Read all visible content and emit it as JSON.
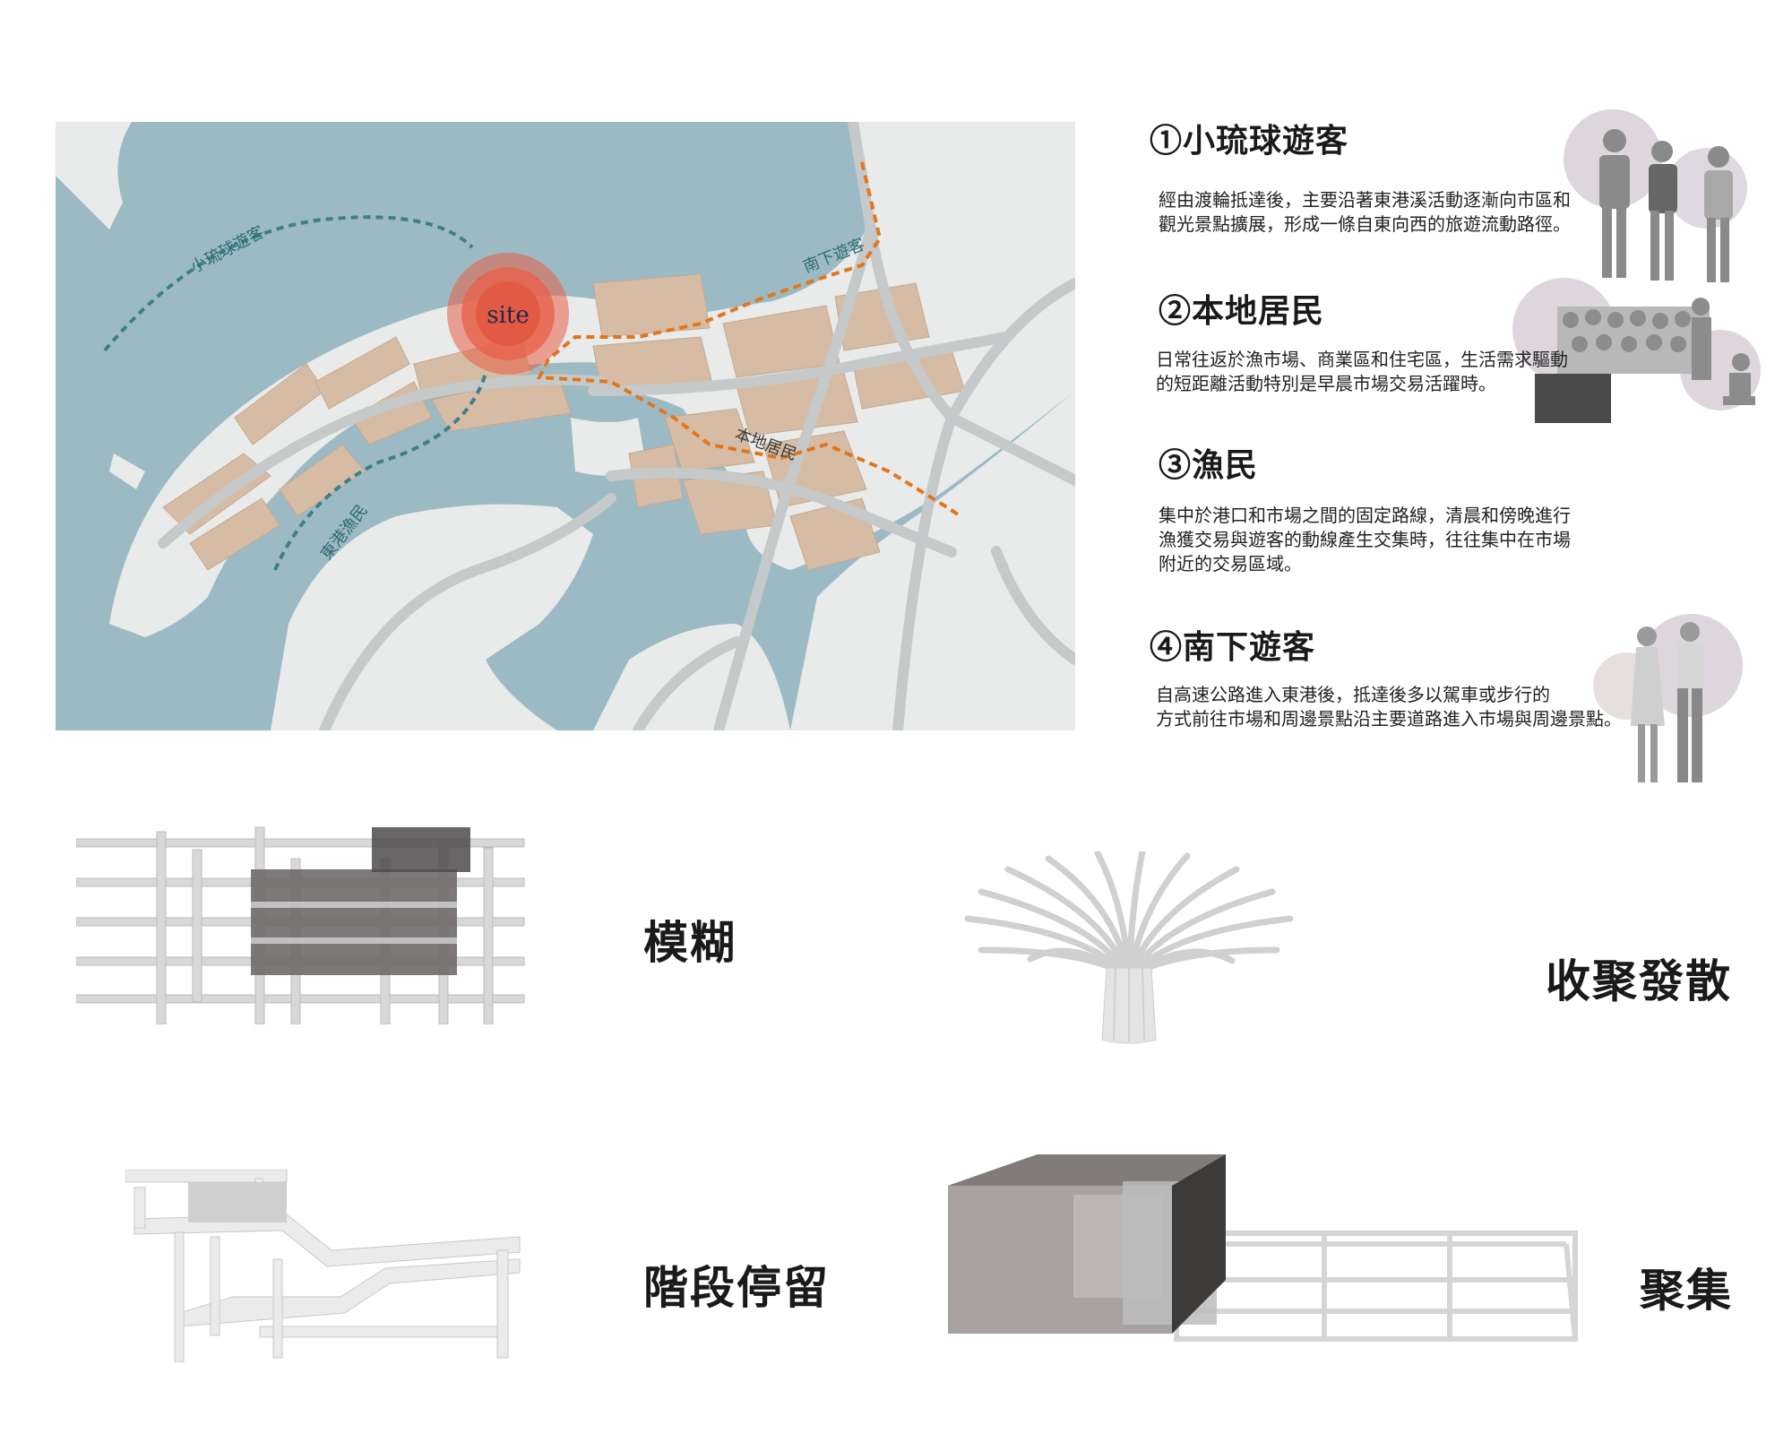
{
  "map": {
    "site_label": "site",
    "routes": {
      "xiaoliuqiu": "小琉球遊客",
      "south": "南下遊客",
      "local": "本地居民",
      "fisher": "東港漁民"
    }
  },
  "groups": [
    {
      "title": "①小琉球遊客",
      "desc_lines": [
        "經由渡輪抵達後，主要沿著東港溪活動逐漸向市區和",
        "觀光景點擴展，形成一條自東向西的旅遊流動路徑。"
      ]
    },
    {
      "title": "②本地居民",
      "desc_lines": [
        "日常往返於漁市場、商業區和住宅區，生活需求驅動",
        "的短距離活動特別是早晨市場交易活躍時。"
      ]
    },
    {
      "title": "③漁民",
      "desc_lines": [
        "集中於港口和市場之間的固定路線，清晨和傍晚進行",
        "漁獲交易與遊客的動線產生交集時，往往集中在市場",
        "附近的交易區域。"
      ]
    },
    {
      "title": "④南下遊客",
      "desc_lines": [
        "自高速公路進入東港後，抵達後多以駕車或步行的",
        "方式前往市場和周邊景點沿主要道路進入市場與周邊景點。"
      ]
    }
  ],
  "concepts": {
    "blur": "模糊",
    "converge": "收聚發散",
    "stage": "階段停留",
    "gather": "聚集"
  },
  "colors": {
    "water": "#9dbcc4",
    "land": "#e9eaea",
    "road": "#c6cacb",
    "building": "#d7bca6",
    "route": "#e2761c",
    "site": "#e05a45",
    "flow": "#3f7f86"
  }
}
